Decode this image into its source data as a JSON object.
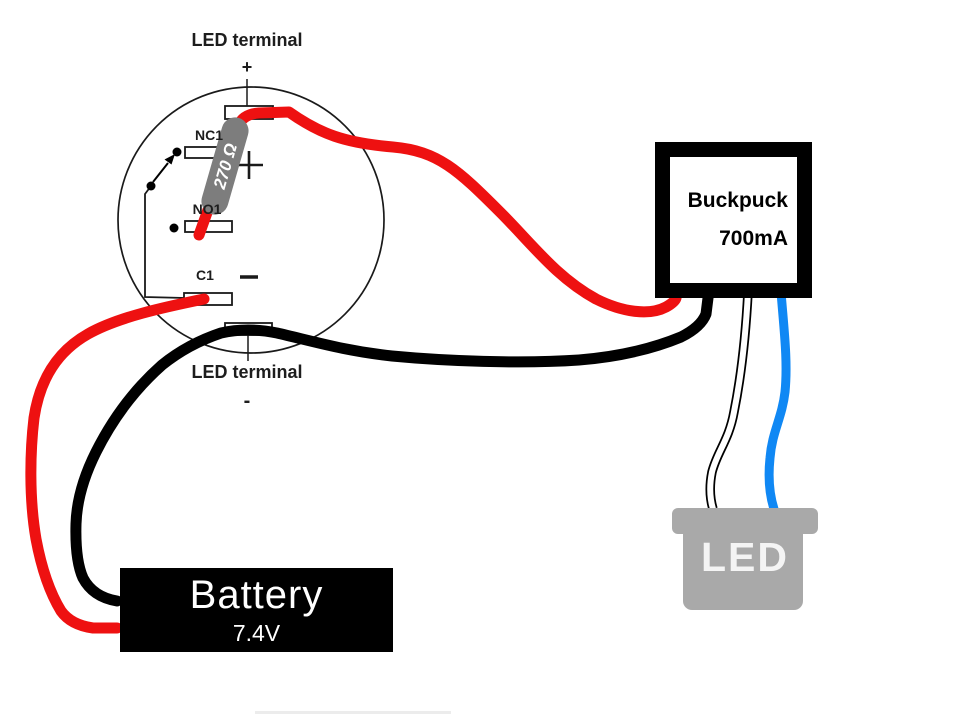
{
  "switch": {
    "top_terminal_label": "LED terminal",
    "top_terminal_polarity": "+",
    "bottom_terminal_label": "LED terminal",
    "bottom_terminal_polarity": "-",
    "contact_nc": "NC1",
    "contact_no": "NO1",
    "contact_common": "C1",
    "resistor_value": "270 Ω"
  },
  "buckpuck": {
    "name": "Buckpuck",
    "rating": "700mA"
  },
  "battery": {
    "name": "Battery",
    "voltage": "7.4V"
  },
  "led": {
    "name": "LED"
  },
  "colors": {
    "red_wire": "#ee1111",
    "black_wire": "#000000",
    "blue_wire": "#1088f4",
    "resistor_gray": "#7d7d7d",
    "led_gray": "#a9a9a9"
  }
}
